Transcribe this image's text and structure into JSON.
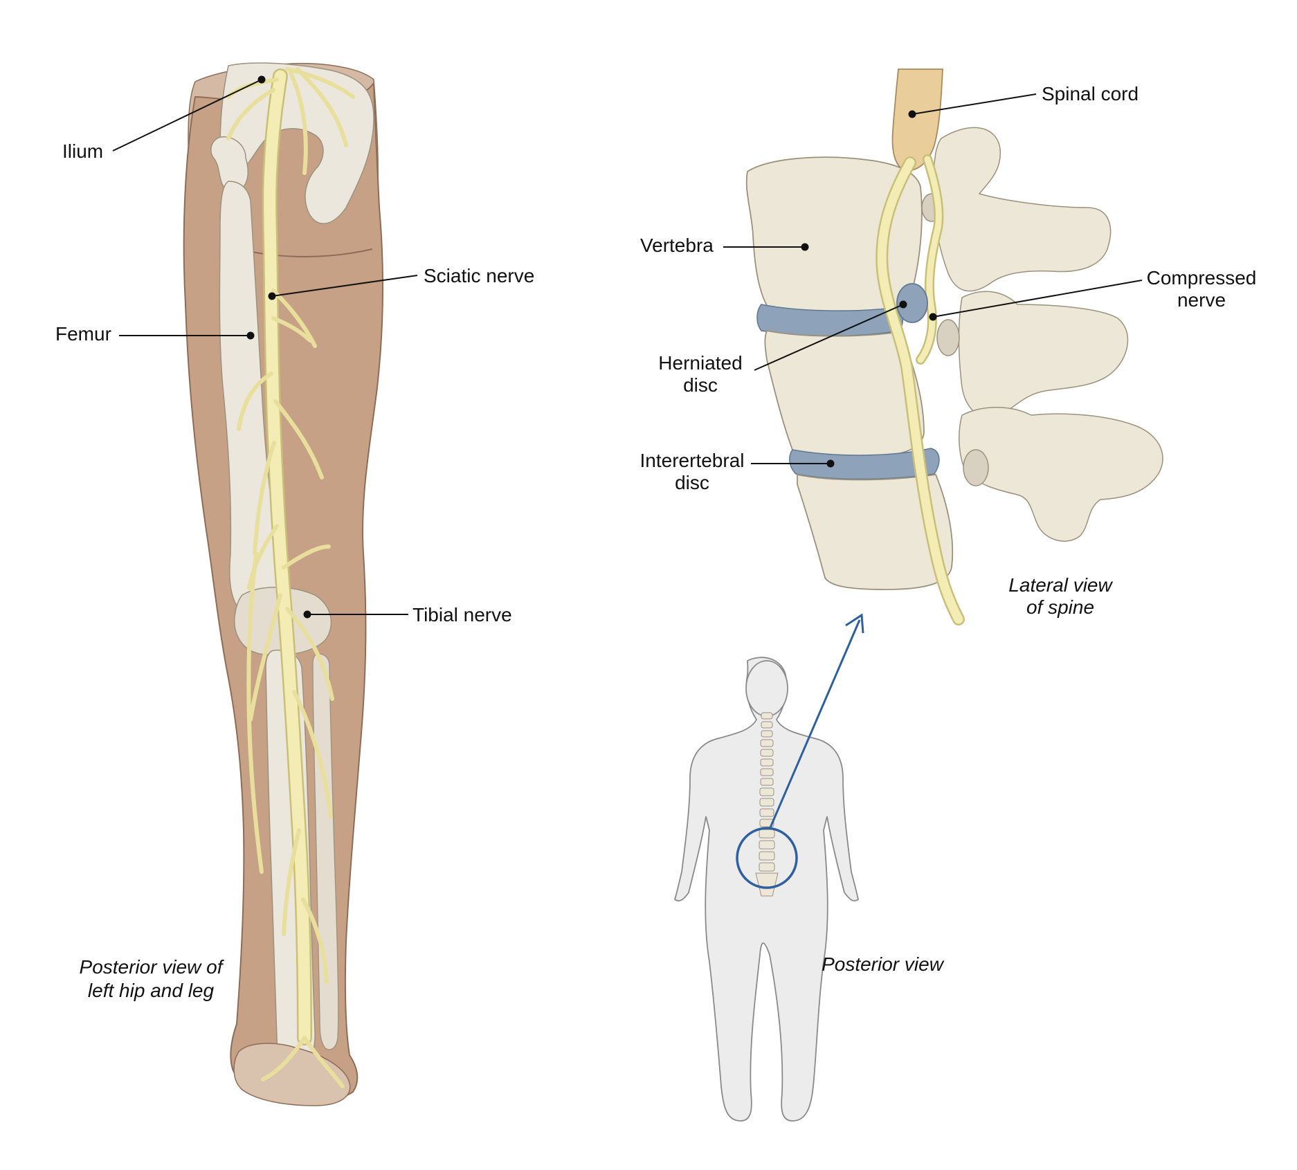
{
  "leg_labels": {
    "ilium": "Ilium",
    "femur": "Femur",
    "sciatic_nerve": "Sciatic nerve",
    "tibial_nerve": "Tibial nerve"
  },
  "leg_caption": {
    "line1": "Posterior view of",
    "line2": "left hip and leg"
  },
  "spine_labels": {
    "spinal_cord": "Spinal cord",
    "vertebra": "Vertebra",
    "compressed_nerve_line1": "Compressed",
    "compressed_nerve_line2": "nerve",
    "herniated_disc_line1": "Herniated",
    "herniated_disc_line2": "disc",
    "intervertebral_disc_line1": "Interertebral",
    "intervertebral_disc_line2": "disc"
  },
  "spine_caption": {
    "line1": "Lateral view",
    "line2": "of spine"
  },
  "body_caption": "Posterior view",
  "colors": {
    "skin": "#c7a186",
    "skin_dark": "#a9826a",
    "bone": "#ece7dc",
    "bone_shade": "#d2cabb",
    "nerve": "#f3ecb4",
    "nerve_outline": "#c9bf79",
    "vertebra": "#ede7d8",
    "vertebra_outline": "#9b917d",
    "disc": "#8ea3b9",
    "disc_dark": "#5f7891",
    "spinal_cord": "#e9cd9a",
    "accent_blue": "#2e5f9e",
    "body_fill": "#ececec",
    "body_outline": "#8a8a8a",
    "leader": "#111111"
  }
}
